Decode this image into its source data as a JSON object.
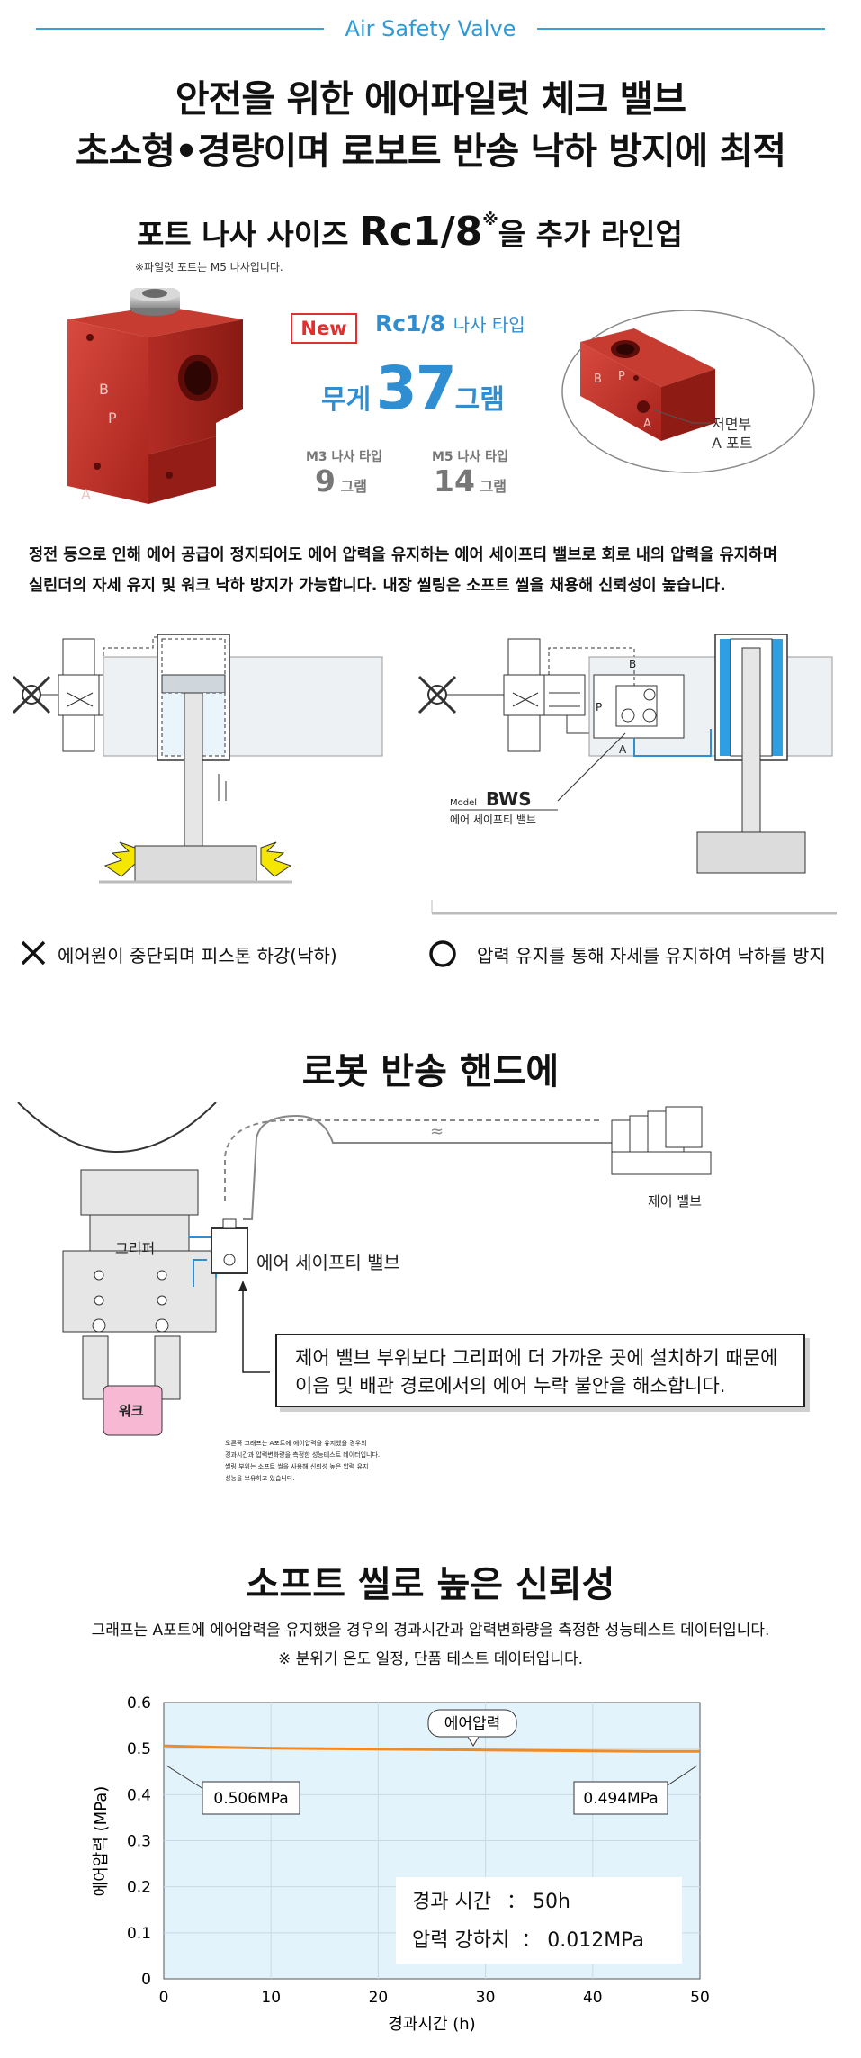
{
  "header": {
    "brand_line": "Air Safety Valve",
    "title_line1": "안전을 위한 에어파일럿 체크 밸브",
    "title_line2": "초소형•경량이며 로보트 반송 낙하 방지에 최적"
  },
  "lineup": {
    "prefix": "포트 나사 사이즈",
    "size": "Rc1/8",
    "mark": "※",
    "suffix": "을 추가 라인업",
    "note": "※파일럿 포트는 M5 나사입니다.",
    "new_badge": "New",
    "new_type": "Rc1/8",
    "new_type_suffix": "나사 타입",
    "weight_label": "무게",
    "weight_value": "37",
    "weight_unit": "그램",
    "m3_label": "M3 나사 타입",
    "m3_value": "9",
    "m3_unit": "그램",
    "m5_label": "M5 나사 타입",
    "m5_value": "14",
    "m5_unit": "그램",
    "port_b": "B",
    "port_p": "P",
    "port_a": "A",
    "bottom_label1": "저면부",
    "bottom_label2": "A 포트"
  },
  "description": {
    "line1": "정전 등으로 인해 에어 공급이 정지되어도 에어 압력을 유지하는 에어 세이프티 밸브로 회로 내의 압력을 유지하며",
    "line2": "실린더의 자세 유지 및 워크 낙하 방지가 가능합니다. 내장 씰링은 소프트 씰을 채용해 신뢰성이 높습니다."
  },
  "diagram": {
    "model_prefix": "Model",
    "model_name": "BWS",
    "model_desc": "에어 세이프티 밸브",
    "port_b": "B",
    "port_p": "P",
    "port_a": "A",
    "x_caption": "에어원이 중단되며 피스톤 하강(낙하)",
    "o_caption": "압력 유지를 통해 자세를 유지하여 낙하를 방지"
  },
  "robot": {
    "title": "로봇 반송 핸드에",
    "gripper_label": "그리퍼",
    "work_label": "워크",
    "valve_label": "에어 세이프티 밸브",
    "control_valve_label": "제어 밸브",
    "callout_line1": "제어 밸브 부위보다 그리퍼에 더 가까운 곳에 설치하기 때문에",
    "callout_line2": "이음 및 배관 경로에서의 에어 누락 불안을 해소합니다.",
    "tiny_note": [
      "오른쪽 그래프는 A포트에 에어압력을 유지했을 경우의",
      "경과시간과 압력변화량을 측정한 성능테스트 데이터입니다.",
      "씰링 부위는 소프트 씰을 사용해 신뢰성 높은 압력 유지",
      "성능을 보유하고 있습니다."
    ]
  },
  "reliability": {
    "title": "소프트 씰로 높은 신뢰성",
    "desc1": "그래프는 A포트에 에어압력을 유지했을 경우의 경과시간과 압력변화량을 측정한 성능테스트 데이터입니다.",
    "desc2": "※ 분위기 온도 일정, 단품 테스트 데이터입니다."
  },
  "chart_data": {
    "type": "line",
    "xlabel": "경과시간 (h)",
    "ylabel": "에어압력 (MPa)",
    "xlim": [
      0,
      50
    ],
    "ylim": [
      0,
      0.6
    ],
    "x_ticks": [
      "0",
      "10",
      "20",
      "30",
      "40",
      "50"
    ],
    "y_ticks": [
      "0",
      "0.1",
      "0.2",
      "0.3",
      "0.4",
      "0.5",
      "0.6"
    ],
    "grid": true,
    "series": [
      {
        "name": "에어압력",
        "color": "#f08a24",
        "x": [
          0,
          5,
          10,
          15,
          20,
          25,
          30,
          35,
          40,
          45,
          50
        ],
        "y": [
          0.506,
          0.503,
          0.501,
          0.5,
          0.499,
          0.498,
          0.497,
          0.496,
          0.495,
          0.494,
          0.494
        ]
      }
    ],
    "annotations": {
      "start_label": "0.506MPa",
      "end_label": "0.494MPa",
      "elapsed_label": "경과 시간",
      "elapsed_value": "50h",
      "drop_label": "압력 강하치",
      "drop_value": "0.012MPa",
      "separator": "："
    },
    "colors": {
      "plot_bg": "#e3f3fc",
      "line": "#f08a24",
      "grid": "#c9d9e3"
    }
  }
}
